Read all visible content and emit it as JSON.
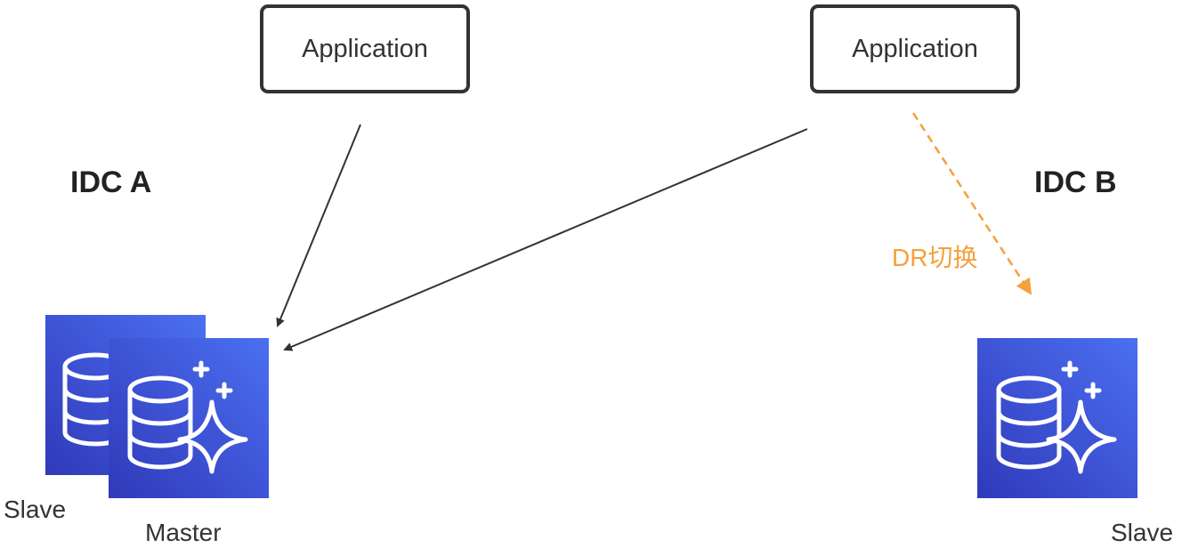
{
  "applications": [
    {
      "label": "Application"
    },
    {
      "label": "Application"
    }
  ],
  "idc_labels": {
    "a": "IDC A",
    "b": "IDC B"
  },
  "dr_switch_label": "DR切换",
  "nodes": {
    "slave_a": "Slave",
    "master_a": "Master",
    "slave_b": "Slave"
  },
  "colors": {
    "box_border": "#333333",
    "arrow": "#333333",
    "dr_arrow": "#f5a03c",
    "db_tile": "#3e54d6"
  },
  "icons": {
    "db_tile": "database-sparkle-icon"
  }
}
